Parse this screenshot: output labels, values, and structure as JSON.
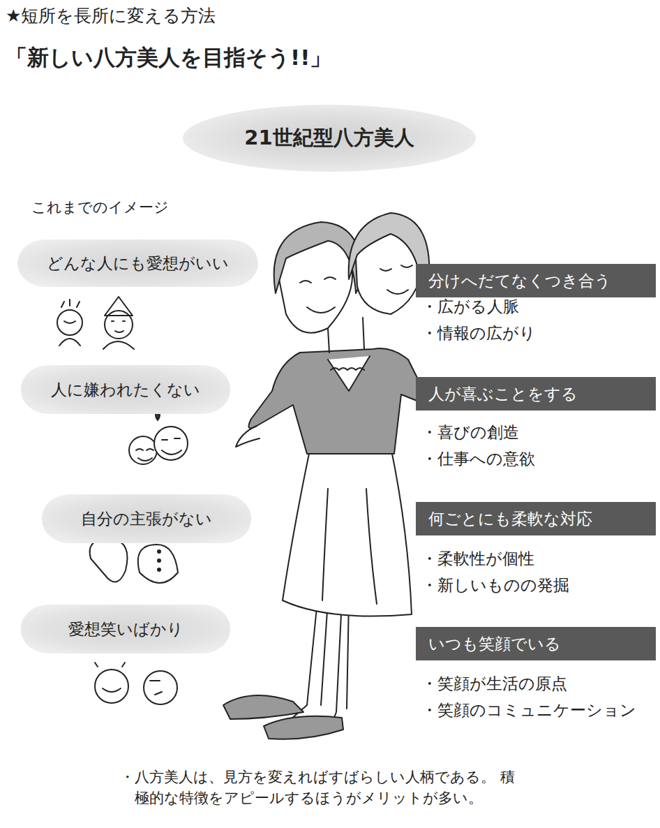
{
  "diagram": {
    "title": "★短所を長所に変える方法",
    "caption": "・八方美人は、見方を変えればすばらしい人柄である。 積極的な特徴をアピールするほうがメリットが多い。",
    "nodes": [
      {
        "text": [
          "21世紀型八方美人"
        ]
      },
      {
        "text": [
          "どんな人にも愛想がいい"
        ]
      },
      {
        "text": [
          "人に嫌われたくない"
        ]
      },
      {
        "text": [
          "自分の主張がない"
        ]
      },
      {
        "text": [
          "愛想笑いばかり"
        ]
      },
      {
        "text": [
          "分けへだてなくつき合う"
        ]
      },
      {
        "text": [
          "人が喜ぶことをする"
        ]
      },
      {
        "text": [
          "何ごとにも柔軟な対応"
        ]
      },
      {
        "text": [
          "いつも笑顔でいる"
        ]
      }
    ],
    "labels": [
      "「新しい八方美人を目指そう!!」",
      "これまでのイメージ",
      "・広がる人脈",
      "・情報の広がり",
      "・喜びの創造",
      "・仕事への意欲",
      "・柔軟性が個性",
      "・新しいものの発掘",
      "・笑顔が生活の原点",
      "・笑顔のコミュニケーション"
    ]
  }
}
